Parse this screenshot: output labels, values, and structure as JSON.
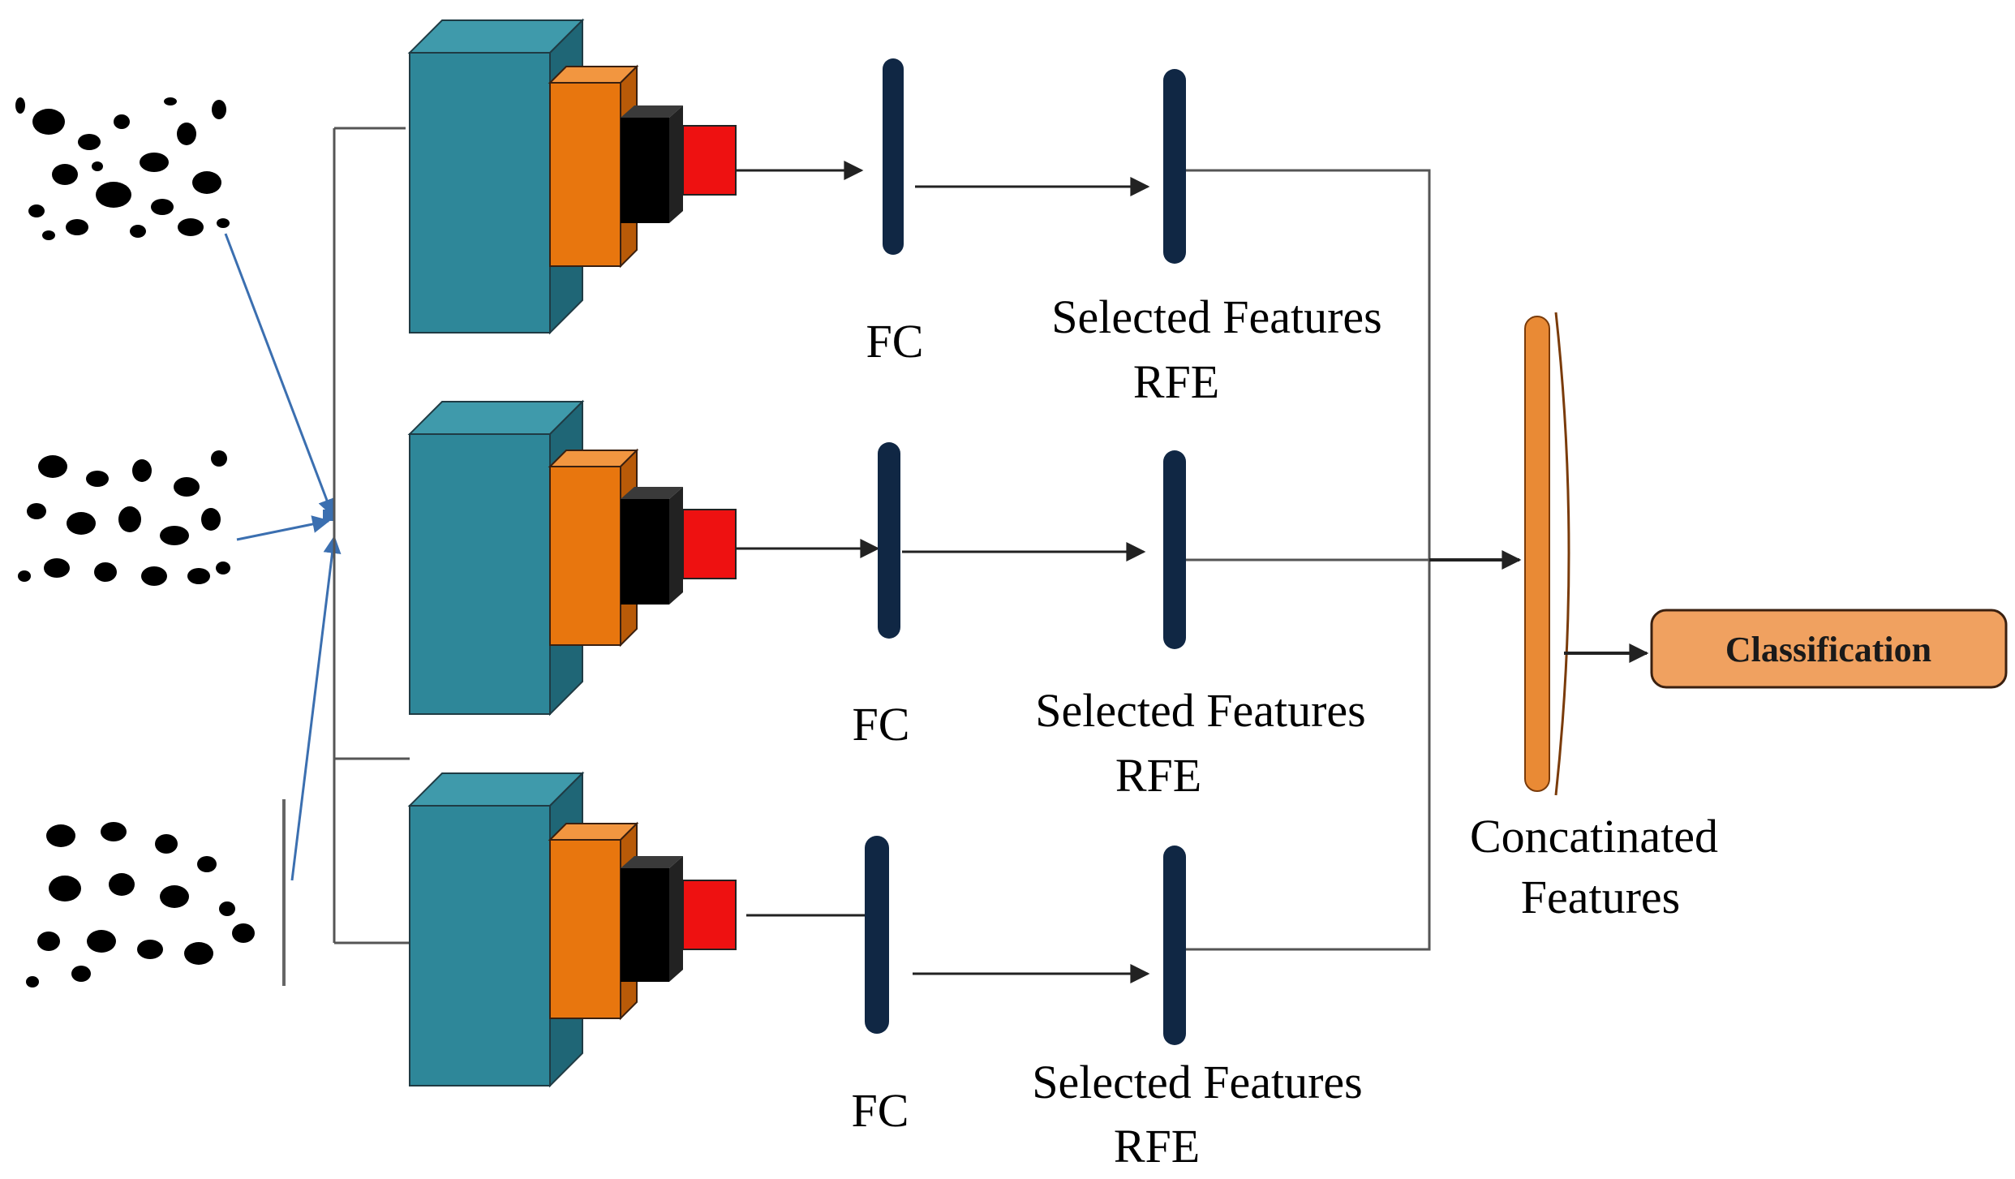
{
  "branches": [
    {
      "fc_label": "FC",
      "selected_label": "Selected Features",
      "rfe_label": "RFE"
    },
    {
      "fc_label": "FC",
      "selected_label": "Selected Features",
      "rfe_label": "RFE"
    },
    {
      "fc_label": "FC",
      "selected_label": "Selected Features",
      "rfe_label": "RFE"
    }
  ],
  "concat": {
    "line1": "Concatinated",
    "line2": "Features"
  },
  "classification": {
    "label": "Classification"
  },
  "colors": {
    "conv_block": "#2e8799",
    "conv_side": "#1f6676",
    "orange": "#e8760e",
    "black_block": "#000000",
    "red_block": "#ee1111",
    "fc_layer": "#102744",
    "concat_layer": "#e98a35",
    "classification_fill": "#f0a160",
    "input_arrow": "#3b6fb0"
  }
}
